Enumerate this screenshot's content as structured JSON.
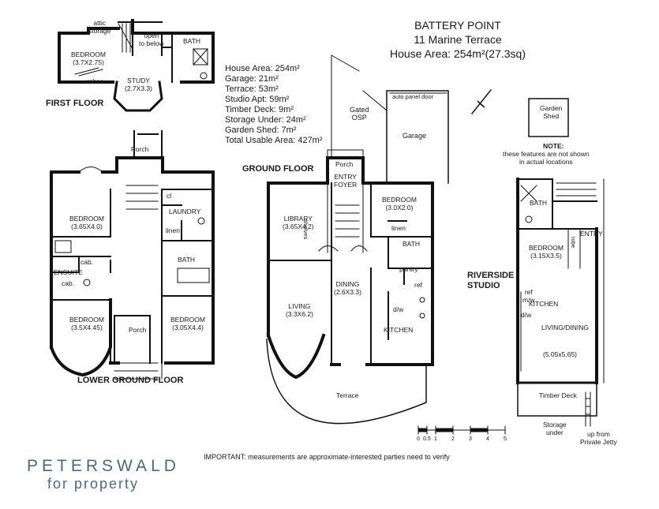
{
  "header": {
    "suburb": "BATTERY POINT",
    "address": "11 Marine Terrace",
    "house_area": "House Area: 254m²(27.3sq)"
  },
  "areas": [
    "House Area: 254m²",
    "Garage: 21m²",
    "Terrace: 53m²",
    "Studio Apt: 59m²",
    "Timber Deck: 9m²",
    "Storage Under: 24m²",
    "Garden Shed: 7m²",
    "Total Usable Area: 427m²"
  ],
  "sections": {
    "first_floor": "FIRST FLOOR",
    "lower_ground_floor": "LOWER GROUND FLOOR",
    "ground_floor": "GROUND FLOOR",
    "riverside_studio": "RIVERSIDE\nSTUDIO"
  },
  "rooms": {
    "first_floor": {
      "attic_storage": "attic\nstorage",
      "open_to_below": "open\nto below",
      "bedroom": "BEDROOM\n(3.7X2.75)",
      "bath": "BATH",
      "robes": "robes",
      "study": "STUDY\n(2.7X3.3)"
    },
    "lower_ground": {
      "porch_top": "Porch",
      "bedroom_1": "BEDROOM\n(3.65X4.0)",
      "cl": "cl",
      "laundry": "LAUNDRY",
      "linen": "linen",
      "cab_1": "cab.",
      "ensuite": "ENSUITE",
      "cab_2": "cab.",
      "bath": "BATH",
      "bedroom_2": "BEDROOM\n(3.5X4.45)",
      "porch_bottom": "Porch",
      "bedroom_3": "BEDROOM\n(3.05X4.4)"
    },
    "ground": {
      "gated_osp": "Gated\nOSP",
      "auto_panel_door": "auto panel door",
      "garage": "Garage",
      "porch": "Porch",
      "entry_foyer": "ENTRY\nFOYER",
      "library": "LIBRARY\n(3.65X4.2)",
      "shelves": "shelves",
      "bedroom": "BEDROOM\n(3.0X2.0)",
      "linen": "linen",
      "bath": "BATH",
      "pantry": "pantry",
      "ref": "ref",
      "dining": "DINING\n(2.6X3.3)",
      "living": "LIVING\n(3.3X6.2)",
      "dw": "d/w",
      "kitchen": "KITCHEN",
      "terrace": "Terrace"
    },
    "studio": {
      "garden_shed": "Garden\nShed",
      "note_title": "NOTE:",
      "note_body": "these features are not shown\nin actual locations",
      "bath": "BATH",
      "bedroom": "BEDROOM\n(3.15X3.5)",
      "robe": "robe",
      "entry": "ENTRY",
      "ref_mw": "ref\nm/w",
      "kitchen": "KITCHEN",
      "dw": "d/w",
      "living_dining": "LIVING/DINING",
      "dims": "(5.05x5.65)",
      "timber_deck": "Timber Deck",
      "storage_under": "Storage\nunder",
      "up_from_jetty": "up from\nPrivate Jetty"
    }
  },
  "scale": [
    "0",
    "0.5",
    "1",
    "2",
    "3",
    "4",
    "5"
  ],
  "disclaimer": "IMPORTANT: measurements are approximate-interested parties need to verify",
  "brand": {
    "name": "PETERSWALD",
    "tagline": "for property",
    "color": "#4a6a7e"
  }
}
